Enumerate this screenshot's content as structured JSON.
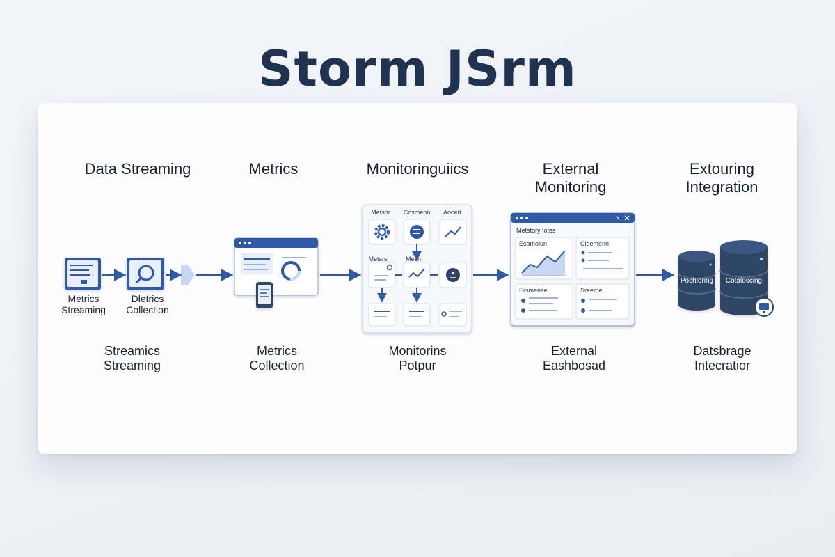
{
  "title": "Storm JSrm",
  "headers": [
    "Data Streaming",
    "Metrics",
    "Monitoringuiics",
    "External\nMonitoring",
    "Extouring\nIntegration"
  ],
  "captions": [
    "Streamics\nStreaming",
    "Metrics\nCollection",
    "Monitorins\nPotpur",
    "External\nEashbosad",
    "Datsbrage\nIntecratior"
  ],
  "icon_labels": {
    "streaming": "Metrics\nStreaming",
    "collection": "Dletrics\nCollection"
  },
  "monitor_grid": {
    "col_labels": [
      "Metsor",
      "Cosmenn",
      "Aocert"
    ],
    "row_label": "Metsrs",
    "center_label": "Mesn"
  },
  "dashboard": {
    "title": "Metstory Iotes",
    "panels": [
      "Esamolun",
      "Cloemenn",
      "Ersmense",
      "Sreeme"
    ]
  },
  "databases": [
    "Pochloring",
    "Cotaloscing"
  ],
  "colors": {
    "accent": "#2e5aa8",
    "dark_blue": "#2d4466",
    "title": "#1f3350"
  }
}
